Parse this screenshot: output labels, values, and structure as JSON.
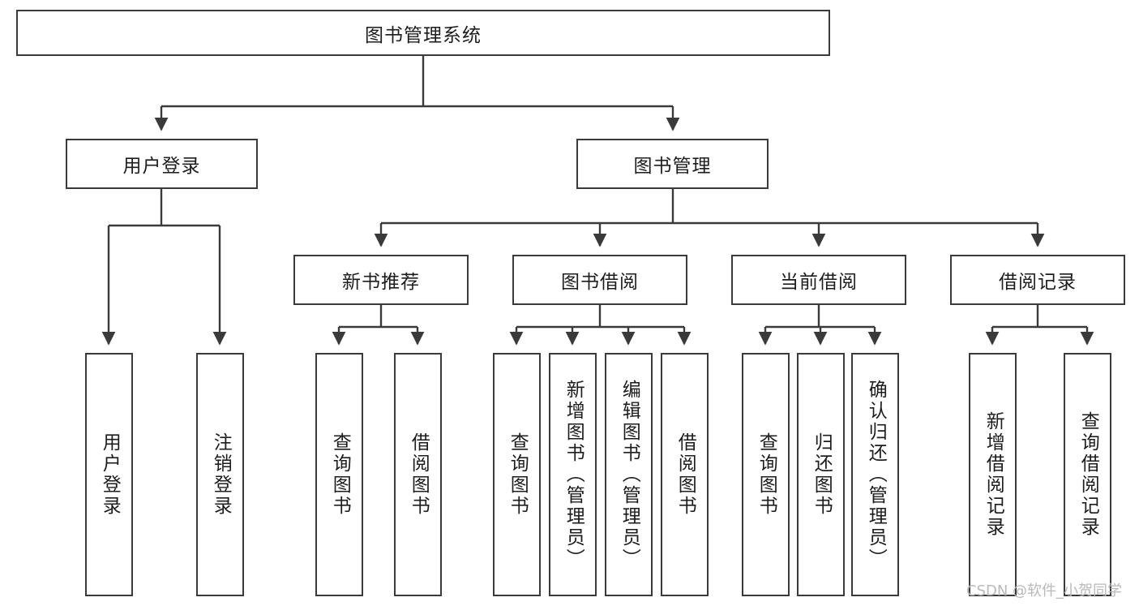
{
  "diagram": {
    "type": "tree-hierarchy",
    "title": "图书管理系统",
    "watermark": "CSDN @软件_小贺同学",
    "colors": {
      "background": "#ffffff",
      "stroke": "#3a3a3a",
      "text": "#1d1d1d",
      "watermark": "#b9b9b9"
    },
    "levels": [
      {
        "level": 1,
        "nodes": [
          {
            "id": "root",
            "label": "图书管理系统",
            "orientation": "horizontal"
          }
        ]
      },
      {
        "level": 2,
        "nodes": [
          {
            "id": "user-login",
            "label": "用户登录",
            "orientation": "horizontal",
            "parent": "root"
          },
          {
            "id": "book-manage",
            "label": "图书管理",
            "orientation": "horizontal",
            "parent": "root"
          }
        ]
      },
      {
        "level": 3,
        "nodes": [
          {
            "id": "new-book-rec",
            "label": "新书推荐",
            "orientation": "horizontal",
            "parent": "book-manage"
          },
          {
            "id": "book-borrow",
            "label": "图书借阅",
            "orientation": "horizontal",
            "parent": "book-manage"
          },
          {
            "id": "current-borrow",
            "label": "当前借阅",
            "orientation": "horizontal",
            "parent": "book-manage"
          },
          {
            "id": "borrow-record",
            "label": "借阅记录",
            "orientation": "horizontal",
            "parent": "book-manage"
          }
        ]
      },
      {
        "level": 4,
        "nodes": [
          {
            "id": "leaf-user-login",
            "label": "用户登录",
            "orientation": "vertical",
            "parent": "user-login"
          },
          {
            "id": "leaf-logout",
            "label": "注销登录",
            "orientation": "vertical",
            "parent": "user-login"
          },
          {
            "id": "leaf-query-book-1",
            "label": "查询图书",
            "orientation": "vertical",
            "parent": "new-book-rec"
          },
          {
            "id": "leaf-borrow-book-1",
            "label": "借阅图书",
            "orientation": "vertical",
            "parent": "new-book-rec"
          },
          {
            "id": "leaf-query-book-2",
            "label": "查询图书",
            "orientation": "vertical",
            "parent": "book-borrow"
          },
          {
            "id": "leaf-add-book",
            "label": "新增图书（管理员）",
            "orientation": "vertical",
            "parent": "book-borrow"
          },
          {
            "id": "leaf-edit-book",
            "label": "编辑图书（管理员）",
            "orientation": "vertical",
            "parent": "book-borrow"
          },
          {
            "id": "leaf-borrow-book-2",
            "label": "借阅图书",
            "orientation": "vertical",
            "parent": "book-borrow"
          },
          {
            "id": "leaf-query-book-3",
            "label": "查询图书",
            "orientation": "vertical",
            "parent": "current-borrow"
          },
          {
            "id": "leaf-return-book",
            "label": "归还图书",
            "orientation": "vertical",
            "parent": "current-borrow"
          },
          {
            "id": "leaf-confirm-return",
            "label": "确认归还（管理员）",
            "orientation": "vertical",
            "parent": "current-borrow"
          },
          {
            "id": "leaf-add-record",
            "label": "新增借阅记录",
            "orientation": "vertical",
            "parent": "borrow-record"
          },
          {
            "id": "leaf-query-record",
            "label": "查询借阅记录",
            "orientation": "vertical",
            "parent": "borrow-record"
          }
        ]
      }
    ]
  }
}
